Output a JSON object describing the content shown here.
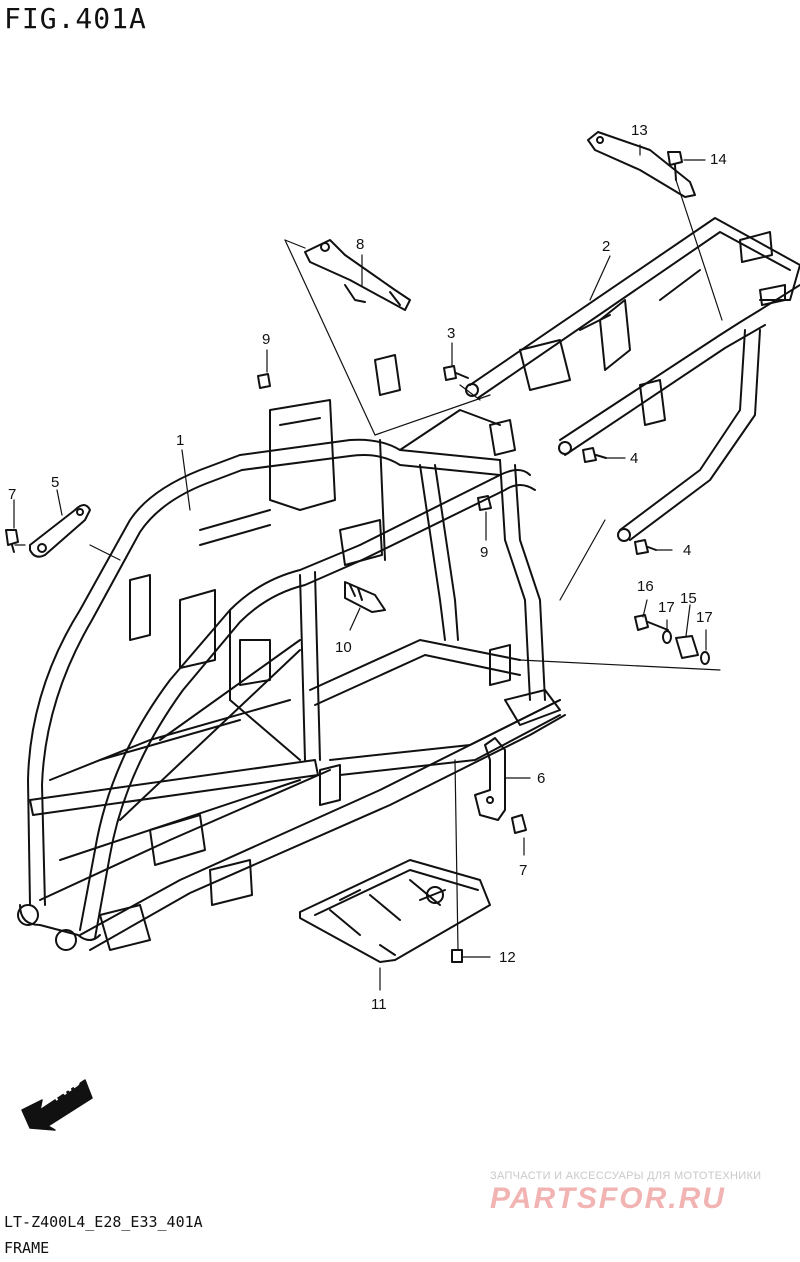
{
  "figure": {
    "title": "FIG.401A"
  },
  "callouts": [
    {
      "id": "c1",
      "label": "1"
    },
    {
      "id": "c2",
      "label": "2"
    },
    {
      "id": "c3",
      "label": "3"
    },
    {
      "id": "c4a",
      "label": "4"
    },
    {
      "id": "c4b",
      "label": "4"
    },
    {
      "id": "c5",
      "label": "5"
    },
    {
      "id": "c6",
      "label": "6"
    },
    {
      "id": "c7a",
      "label": "7"
    },
    {
      "id": "c7b",
      "label": "7"
    },
    {
      "id": "c8",
      "label": "8"
    },
    {
      "id": "c9a",
      "label": "9"
    },
    {
      "id": "c9b",
      "label": "9"
    },
    {
      "id": "c10",
      "label": "10"
    },
    {
      "id": "c11",
      "label": "11"
    },
    {
      "id": "c12",
      "label": "12"
    },
    {
      "id": "c13",
      "label": "13"
    },
    {
      "id": "c14",
      "label": "14"
    },
    {
      "id": "c15",
      "label": "15"
    },
    {
      "id": "c16",
      "label": "16"
    },
    {
      "id": "c17a",
      "label": "17"
    },
    {
      "id": "c17b",
      "label": "17"
    }
  ],
  "direction_arrow": {
    "label": "FWD"
  },
  "footer": {
    "model_code": "LT-Z400L4_E28_E33_401A",
    "section_name": "FRAME"
  },
  "watermark": {
    "tagline": "ЗАПЧАСТИ И АКСЕССУАРЫ ДЛЯ МОТОТЕХНИКИ",
    "logo": "PARTSFOR.RU"
  }
}
